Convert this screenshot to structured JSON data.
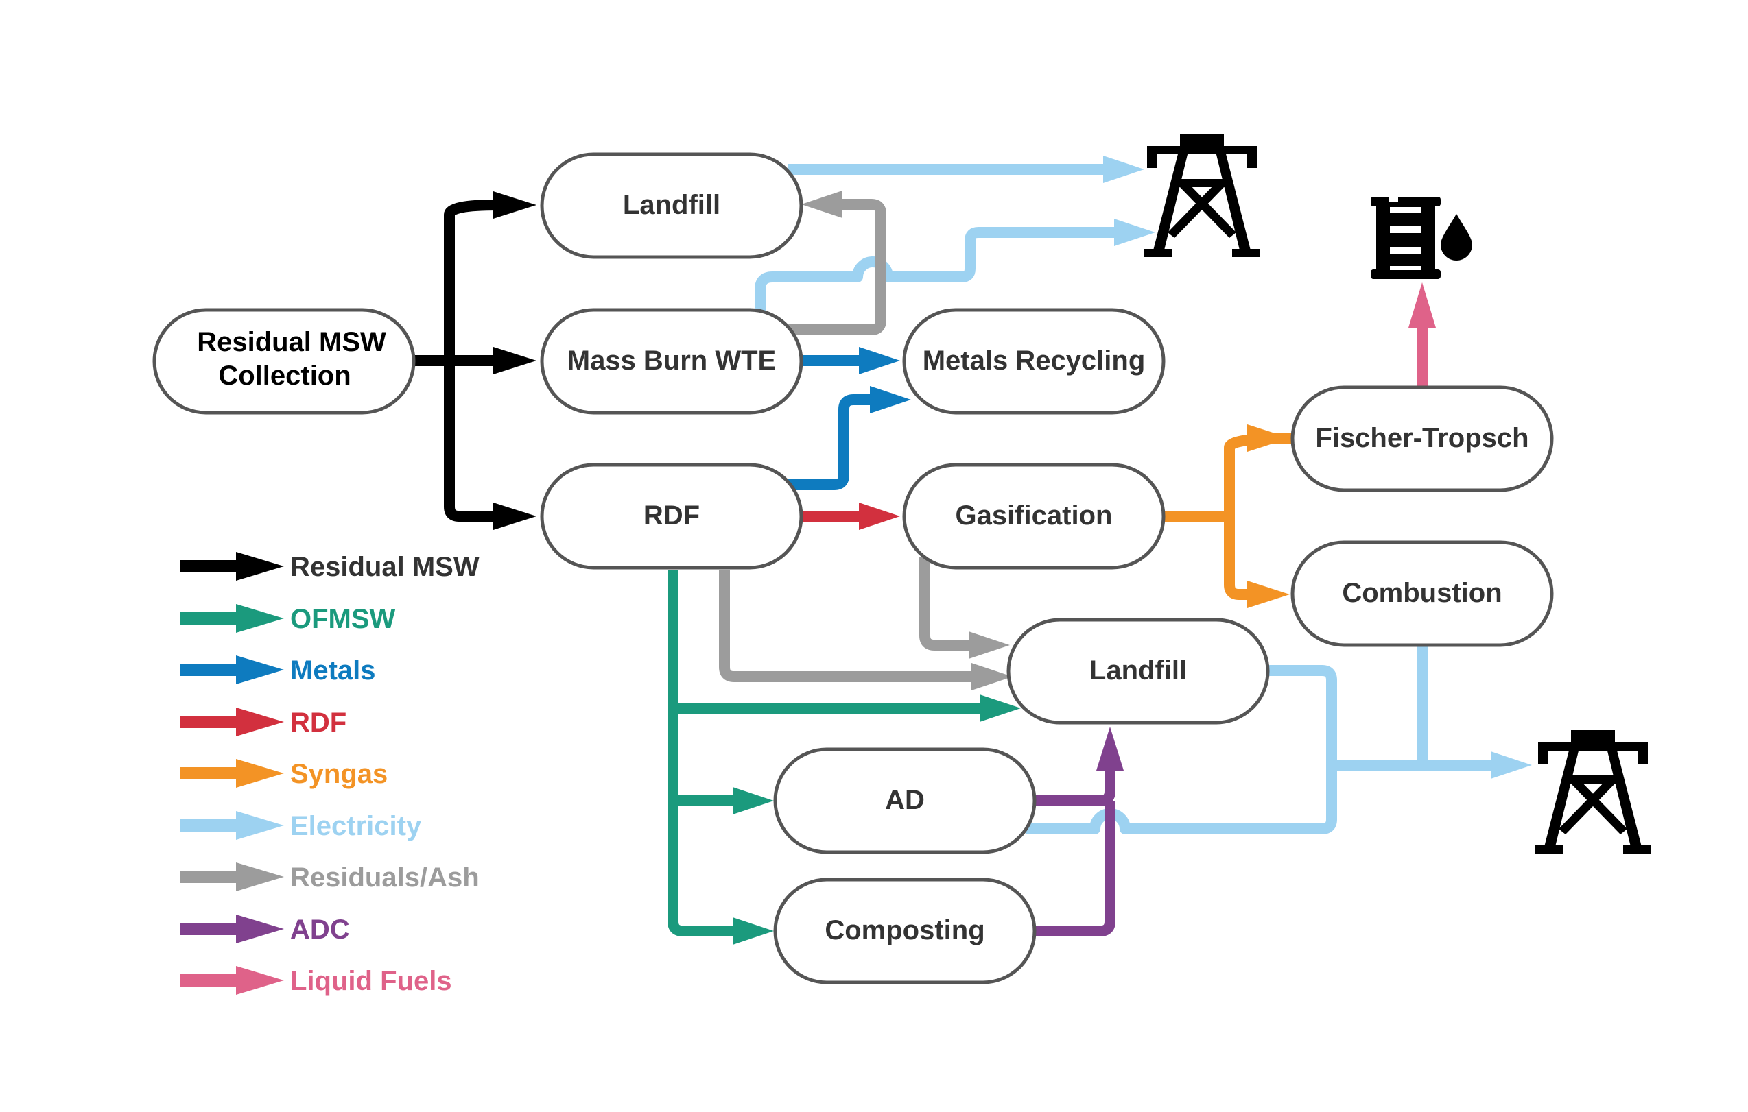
{
  "colors": {
    "residual_msw": "#000000",
    "ofmsw": "#1b9a7d",
    "metals": "#0e7bbf",
    "rdf": "#d2303e",
    "syngas": "#f39325",
    "electricity": "#9dd2f1",
    "residuals_ash": "#9c9c9c",
    "adc": "#80418e",
    "liquid_fuels": "#df6289",
    "node_stroke": "#555555",
    "node_text": "#333333"
  },
  "nodes": {
    "collection": {
      "line1": "Residual MSW",
      "line2": "Collection"
    },
    "landfill_top": "Landfill",
    "mass_burn": "Mass Burn WTE",
    "metals_recycling": "Metals Recycling",
    "rdf": "RDF",
    "gasification": "Gasification",
    "fischer_tropsch": "Fischer-Tropsch",
    "combustion": "Combustion",
    "landfill_bottom": "Landfill",
    "ad": "AD",
    "composting": "Composting"
  },
  "legend": [
    {
      "label": "Residual MSW",
      "color": "#000000",
      "label_color": "#333333"
    },
    {
      "label": "OFMSW",
      "color": "#1b9a7d",
      "label_color": "#1b9a7d"
    },
    {
      "label": "Metals",
      "color": "#0e7bbf",
      "label_color": "#0e7bbf"
    },
    {
      "label": "RDF",
      "color": "#d2303e",
      "label_color": "#d2303e"
    },
    {
      "label": "Syngas",
      "color": "#f39325",
      "label_color": "#f39325"
    },
    {
      "label": "Electricity",
      "color": "#9dd2f1",
      "label_color": "#9dd2f1"
    },
    {
      "label": "Residuals/Ash",
      "color": "#9c9c9c",
      "label_color": "#9c9c9c"
    },
    {
      "label": "ADC",
      "color": "#80418e",
      "label_color": "#80418e"
    },
    {
      "label": "Liquid Fuels",
      "color": "#df6289",
      "label_color": "#df6289"
    }
  ],
  "icons": {
    "grid_top": "power-tower-icon",
    "grid_bottom": "power-tower-icon",
    "fuel": "oil-barrel-icon"
  }
}
